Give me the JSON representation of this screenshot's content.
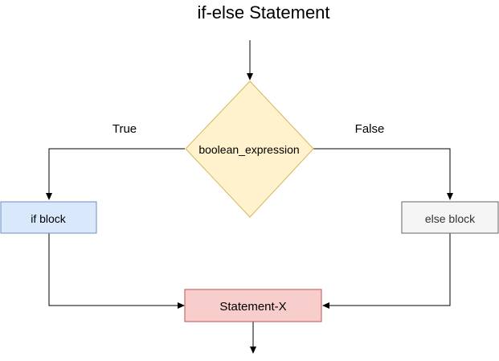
{
  "title": "if-else Statement",
  "decision": {
    "label": "boolean_expression",
    "fill": "#fff2cc",
    "stroke": "#d6b656"
  },
  "branches": {
    "true_label": "True",
    "false_label": "False"
  },
  "if_block": {
    "label": "if block",
    "fill": "#dae8fc",
    "stroke": "#6c8ebf"
  },
  "else_block": {
    "label": "else block",
    "fill": "#f5f5f5",
    "stroke": "#666666",
    "text_color": "#333333"
  },
  "statement": {
    "label": "Statement-X",
    "fill": "#f8cecc",
    "stroke": "#b85450"
  }
}
